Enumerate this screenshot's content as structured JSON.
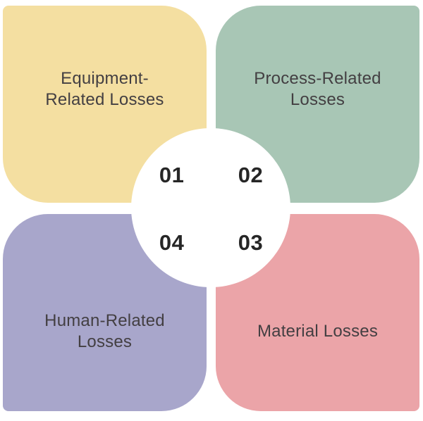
{
  "diagram": {
    "type": "four-quadrant-infographic",
    "background_color": "#ffffff",
    "label_text_color": "#433f42",
    "number_text_color": "#262626",
    "quadrants": [
      {
        "position": "top-left",
        "number": "01",
        "label": "Equipment-\nRelated Losses",
        "color": "#f4dfa1"
      },
      {
        "position": "top-right",
        "number": "02",
        "label": "Process-Related\nLosses",
        "color": "#a8c6b5"
      },
      {
        "position": "bottom-right",
        "number": "03",
        "label": "Material Losses",
        "color": "#eba4a8"
      },
      {
        "position": "bottom-left",
        "number": "04",
        "label": "Human-Related\nLosses",
        "color": "#a8a6cb"
      }
    ]
  }
}
